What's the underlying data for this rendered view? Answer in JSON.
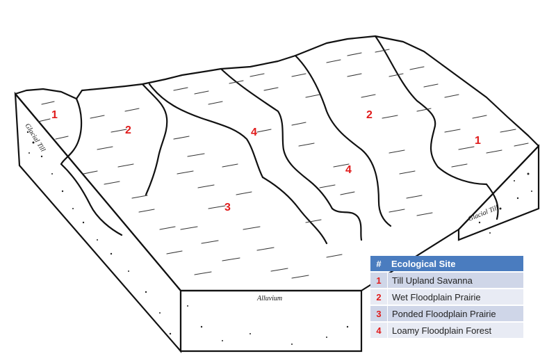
{
  "diagram": {
    "site_labels": {
      "left_1": "1",
      "left_2": "2",
      "center_3": "3",
      "center_4a": "4",
      "center_4b": "4",
      "right_2": "2",
      "right_1": "1"
    },
    "geology_labels": {
      "glacial_till_left": "Glacial Till",
      "glacial_till_right": "Glacial Till",
      "alluvium": "Alluvium"
    }
  },
  "legend": {
    "header_num": "#",
    "header_title": "Ecological Site",
    "rows": [
      {
        "num": "1",
        "name": "Till Upland Savanna"
      },
      {
        "num": "2",
        "name": "Wet Floodplain Prairie"
      },
      {
        "num": "3",
        "name": "Ponded Floodplain Prairie"
      },
      {
        "num": "4",
        "name": "Loamy Floodplain Forest"
      }
    ],
    "colors": {
      "header": "#4a7cbf",
      "row_odd": "#cfd6e8",
      "row_even": "#e8ebf4",
      "number": "#e01b1b"
    }
  }
}
